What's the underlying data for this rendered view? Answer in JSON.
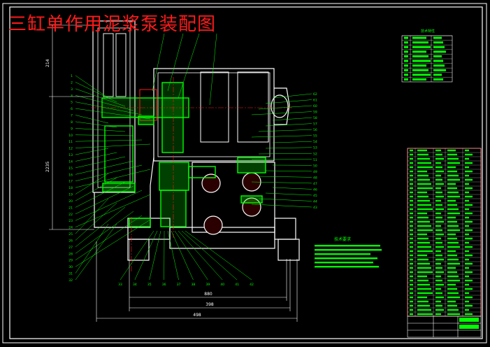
{
  "title": "三缸单作用泥浆泵装配图",
  "dimensions": {
    "d1": "880",
    "d2": "398",
    "d3": "498",
    "v1": "214",
    "v2": "2235"
  },
  "left_balloons": [
    "1",
    "2",
    "3",
    "4",
    "5",
    "6",
    "7",
    "8",
    "9",
    "10",
    "11",
    "12",
    "13",
    "14",
    "15",
    "16",
    "17",
    "18",
    "19",
    "20",
    "21",
    "22",
    "23",
    "24",
    "25",
    "26",
    "27",
    "28",
    "29",
    "30",
    "31",
    "32"
  ],
  "right_balloons": [
    "62",
    "61",
    "60",
    "59",
    "58",
    "57",
    "56",
    "55",
    "54",
    "53",
    "52",
    "51",
    "50",
    "49",
    "48",
    "47",
    "46",
    "45",
    "44",
    "43"
  ],
  "bottom_balloons": [
    "33",
    "34",
    "35",
    "36",
    "37",
    "38",
    "39",
    "40",
    "41",
    "42"
  ],
  "tech_req_title": "技术要求",
  "tech_specs_title": "技术特性",
  "colors": {
    "bg": "#000000",
    "frame": "#ffffff",
    "part": "#00ff00",
    "title": "#ff1a1a",
    "dimension": "#ffffff"
  }
}
